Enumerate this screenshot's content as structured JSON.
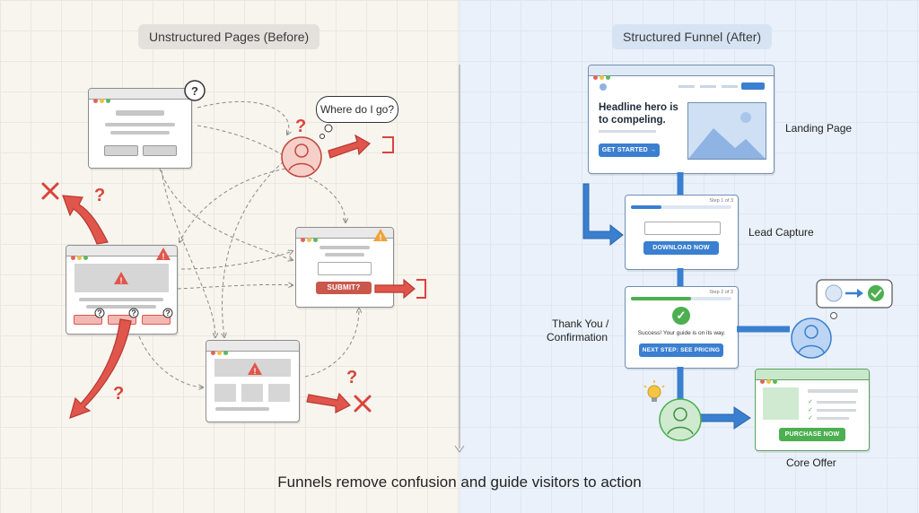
{
  "left_panel": {
    "title": "Unstructured Pages (Before)"
  },
  "right_panel": {
    "title": "Structured Funnel (After)"
  },
  "left": {
    "speech_bubble": "Where do I go?",
    "submit_button": "SUBMIT?",
    "question_mark": "?"
  },
  "funnel": {
    "landing": {
      "headline": "Headline hero is to compeling.",
      "cta": "GET STARTED",
      "label": "Landing Page"
    },
    "lead": {
      "step": "Step 1 of 3",
      "button": "DOWNLOAD NOW",
      "label": "Lead Capture",
      "progress": 0.3
    },
    "thanks": {
      "step": "Step 2 of 3",
      "message": "Success! Your guide is on its way.",
      "button": "NEXT STEP: SEE PRICING",
      "label_line1": "Thank You /",
      "label_line2": "Confirmation",
      "progress": 0.6
    },
    "offer": {
      "button": "PURCHASE NOW",
      "label": "Core Offer"
    }
  },
  "footer": {
    "caption": "Funnels remove confusion and guide visitors to action"
  },
  "colors": {
    "red": "#e0564c",
    "blue": "#3a7fd0",
    "green": "#4caf50",
    "gray": "#8d8d8d"
  }
}
